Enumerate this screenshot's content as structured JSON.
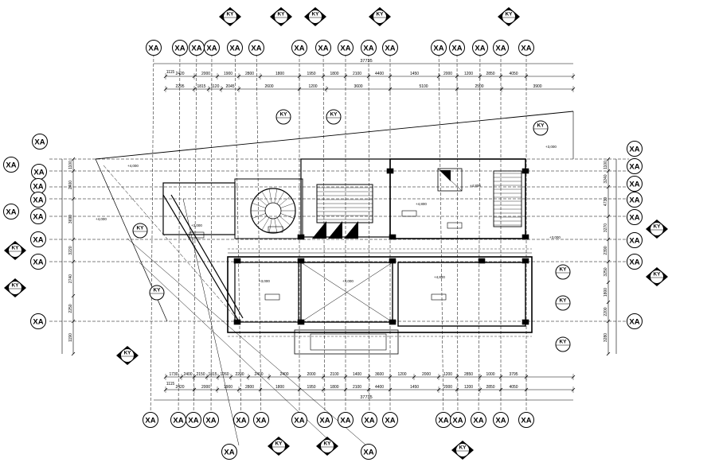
{
  "drawing": {
    "grid_label": "XA",
    "section_label": "KY",
    "overall_dimension": "37735",
    "edge_dimension": "1115",
    "top_row1": [
      "2420",
      "2000",
      "1900",
      "2800",
      "1800",
      "1950",
      "1800",
      "2100",
      "4400",
      "1450",
      "2000",
      "1200",
      "2850",
      "4050"
    ],
    "top_row2": [
      "2295",
      "1815",
      "1120",
      "2045",
      "2600",
      "1200",
      "3600",
      "5100",
      "2500",
      "3900"
    ],
    "bottom_row1": [
      "1730",
      "2400",
      "2150",
      "1815",
      "1260",
      "2200",
      "2400",
      "2400",
      "2000",
      "2100",
      "1400",
      "3600",
      "1200",
      "2000",
      "1200",
      "2850",
      "1000",
      "3795"
    ],
    "bottom_row2": [
      "2420",
      "2000",
      "1900",
      "2800",
      "1800",
      "1950",
      "1800",
      "2100",
      "4400",
      "1450",
      "2000",
      "1200",
      "2850",
      "4050"
    ],
    "left_dims": [
      "1100",
      "2400",
      "3690",
      "3220",
      "2740",
      "2250",
      "1190"
    ],
    "right_dims": [
      "1100",
      "3240",
      "4730",
      "3270",
      "2390",
      "3250",
      "1800",
      "2200",
      "3280"
    ],
    "room_labels": [
      "+4,000",
      "+4,000",
      "+3,000",
      "+3,000",
      "+3,000",
      "+4,800",
      "+4,800",
      "+4,800",
      "+3,000",
      "+3,000"
    ]
  }
}
